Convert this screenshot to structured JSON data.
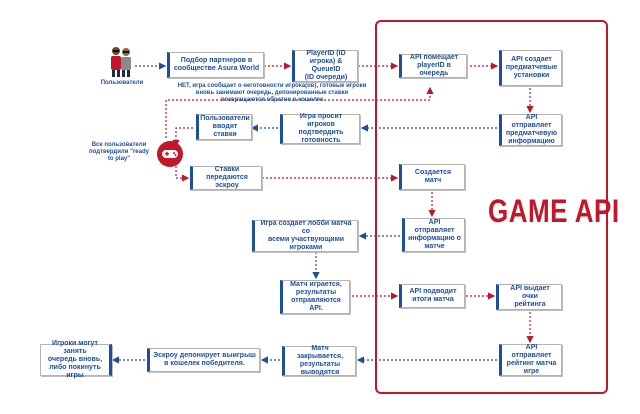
{
  "diagram": {
    "api_title": "GAME API",
    "actors": {
      "users_label": "Пользователи",
      "all_users_label": "Все пользователи\nподтвердили \"ready\nto play\""
    },
    "note_text": "НЕТ, игра сообщает о неготовности игрока(ов), готовые игроки\nвновь занимают очередь, депонированные ставки\nвозвращаются обратно в кошелек",
    "boxes": {
      "b1": "Подбор партнеров в\nсообществе Asura World",
      "b2": "PlayerID (ID\nигрока) & QueueID\n(ID очереди)",
      "b3": "API помещает\nplayerID в очередь",
      "b4": "API создает\nпредматчевые\nустановки",
      "b5": "API отправляет\nпредматчевую\nинформацию",
      "b6": "Игра просит игроков\nподтвердить\nготовность",
      "b7": "Пользователи\nвводят ставки",
      "b8": "Ставки передаются\nэскроу",
      "b9": "Создается\nматч",
      "b10": "API отправляет\nинформацию о\nматче",
      "b11": "Игра создает лобби матча со\nвсеми участвующими\nигроками",
      "b12": "Матч играется,\nрезультаты\nотправляются API.",
      "b13": "API подводит\nитоги матча",
      "b14": "API выдает очки\nрейтинга",
      "b15": "API отправляет\nрейтинг матча\nигре",
      "b16": "Матч закрывается,\nрезультаты\nвыводятся",
      "b17": "Эскроу депонирует выигрыш\nв кошелек победителя.",
      "b18": "Игроки могут занять\nочередь вновь,\nлибо покинуть игры"
    },
    "colors": {
      "blue": "#1f4e9c",
      "red": "#c0182a"
    }
  }
}
